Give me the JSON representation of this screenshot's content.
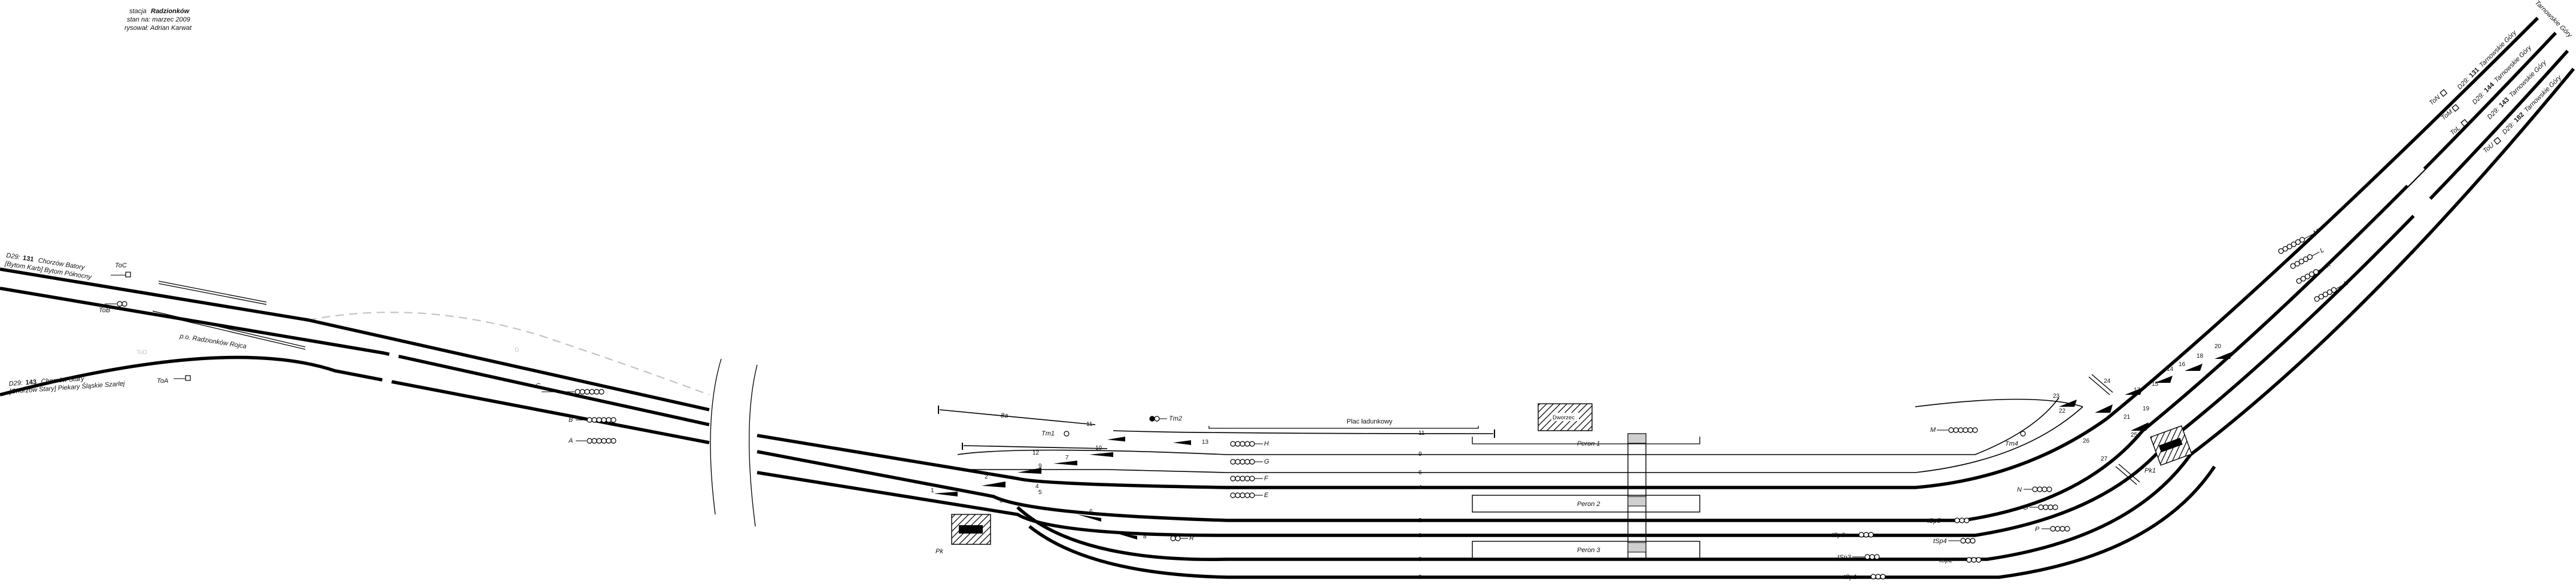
{
  "header": {
    "title_prefix": "stacja",
    "title_name": "Radzionków",
    "state": "stan na: marzec 2009",
    "author": "rysował: Adrian Karwat"
  },
  "lines_left": {
    "line131": {
      "prefix": "D29:",
      "number": "131",
      "name": "Chorzów Batory",
      "sub": "[Bytom Karb] Bytom Północny"
    },
    "line143": {
      "prefix": "D29:",
      "number": "143",
      "name": "Chorzów Stary",
      "sub": "[Chorzów Stary] Piekary Śląskie Szarlej"
    },
    "stop_name": "p.o. Radzionków Rojca",
    "codes": {
      "ToC": "ToC",
      "ToB": "ToB",
      "ToA": "ToA"
    },
    "gray_labels": {
      "ToD": "ToD",
      "D": "D"
    }
  },
  "lines_right": {
    "direction": "Tarnowskie Góry",
    "line131": {
      "prefix": "D29:",
      "number": "131",
      "name": "Tarnowskie Góry"
    },
    "line144": {
      "prefix": "D29:",
      "number": "144",
      "name": "Tarnowskie Góry"
    },
    "line143": {
      "prefix": "D29:",
      "number": "143",
      "name": "Tarnowskie Góry"
    },
    "line182": {
      "prefix": "D29:",
      "number": "182",
      "name": "Tarnowskie Góry"
    },
    "codes": {
      "ToN": "ToN",
      "ToM": "ToM",
      "ToL": "ToL",
      "ToU": "ToU"
    }
  },
  "signals": {
    "C": "C",
    "B": "B",
    "A": "A",
    "H": "H",
    "G": "G",
    "F": "F",
    "E": "E",
    "R": "R",
    "M": "M",
    "N": "N",
    "O": "O",
    "P": "P",
    "Pk1": "Pk1",
    "Pk": "Pk",
    "Tm1": "Tm1",
    "Tm2": "Tm2",
    "Tm4": "Tm4",
    "M_r": "M",
    "L_r": "L",
    "K_r": "K",
    "U_r": "U"
  },
  "shunting": {
    "Sp6": "tSp6",
    "Sp5": "tSp5",
    "Sp4": "tSp4",
    "Sp3": "tSp3",
    "Sp2": "tSp2",
    "Sp1": "tSp1"
  },
  "tracks": {
    "t11": "11",
    "t9": "9",
    "t6": "6",
    "t4": "4",
    "t2": "2",
    "t1": "1",
    "t3": "3",
    "t5": "5",
    "t8a": "8a"
  },
  "switches_left": [
    "1",
    "2",
    "3",
    "4",
    "5",
    "6",
    "7",
    "8",
    "9",
    "10",
    "11",
    "12",
    "13"
  ],
  "switches_right": [
    "14",
    "15",
    "16",
    "17",
    "18",
    "19",
    "20",
    "21",
    "22",
    "23",
    "24",
    "25",
    "26",
    "27"
  ],
  "platforms": {
    "p1": "Peron 1",
    "p2": "Peron 2",
    "p3": "Peron 3",
    "yard": "Plac ładunkowy",
    "station": "Dworzec"
  }
}
